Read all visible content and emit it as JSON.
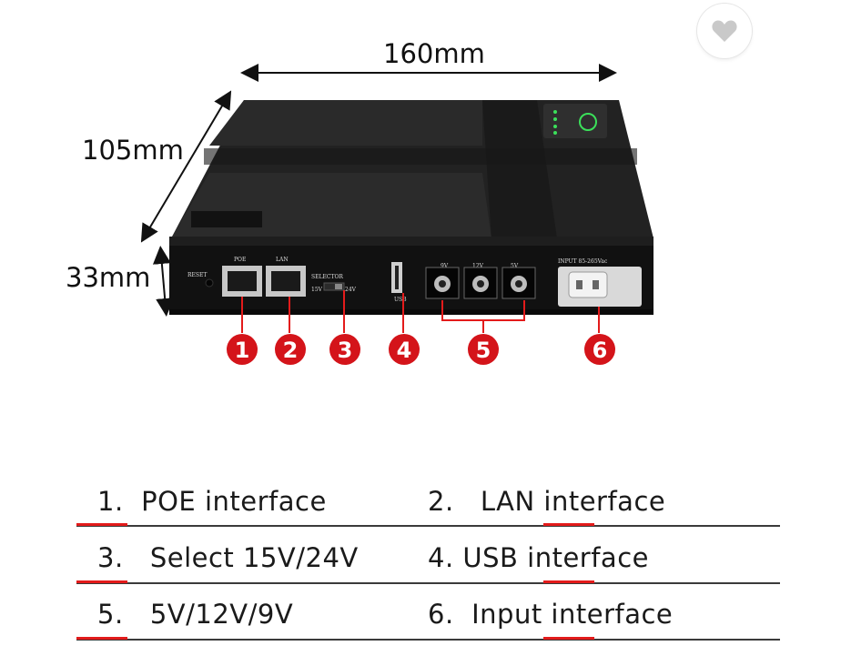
{
  "dimensions": {
    "width_label": "160mm",
    "depth_label": "105mm",
    "height_label": "33mm"
  },
  "favorite": {
    "icon": "heart-icon"
  },
  "device": {
    "port_labels": {
      "poe": "POE",
      "lan": "LAN",
      "reset": "RESET",
      "selector": "SELECTOR",
      "sel_15v": "15V",
      "sel_24v": "24V",
      "usb": "USB",
      "out_9v": "9V",
      "out_12v": "12V",
      "out_5v": "5V",
      "input": "INPUT 85-265Vac"
    },
    "callouts": [
      "1",
      "2",
      "3",
      "4",
      "5",
      "6"
    ]
  },
  "legend": {
    "items": [
      {
        "num": "1.",
        "text": "POE interface"
      },
      {
        "num": "2.",
        "text": "LAN interface"
      },
      {
        "num": "3.",
        "text": "Select 15V/24V"
      },
      {
        "num": "4.",
        "text": "USB interface"
      },
      {
        "num": "5.",
        "text": "5V/12V/9V"
      },
      {
        "num": "6.",
        "text": "Input interface"
      }
    ]
  },
  "colors": {
    "accent": "#e31b1b",
    "device_body": "#1c1c1c",
    "callout_fill": "#d4141a"
  }
}
